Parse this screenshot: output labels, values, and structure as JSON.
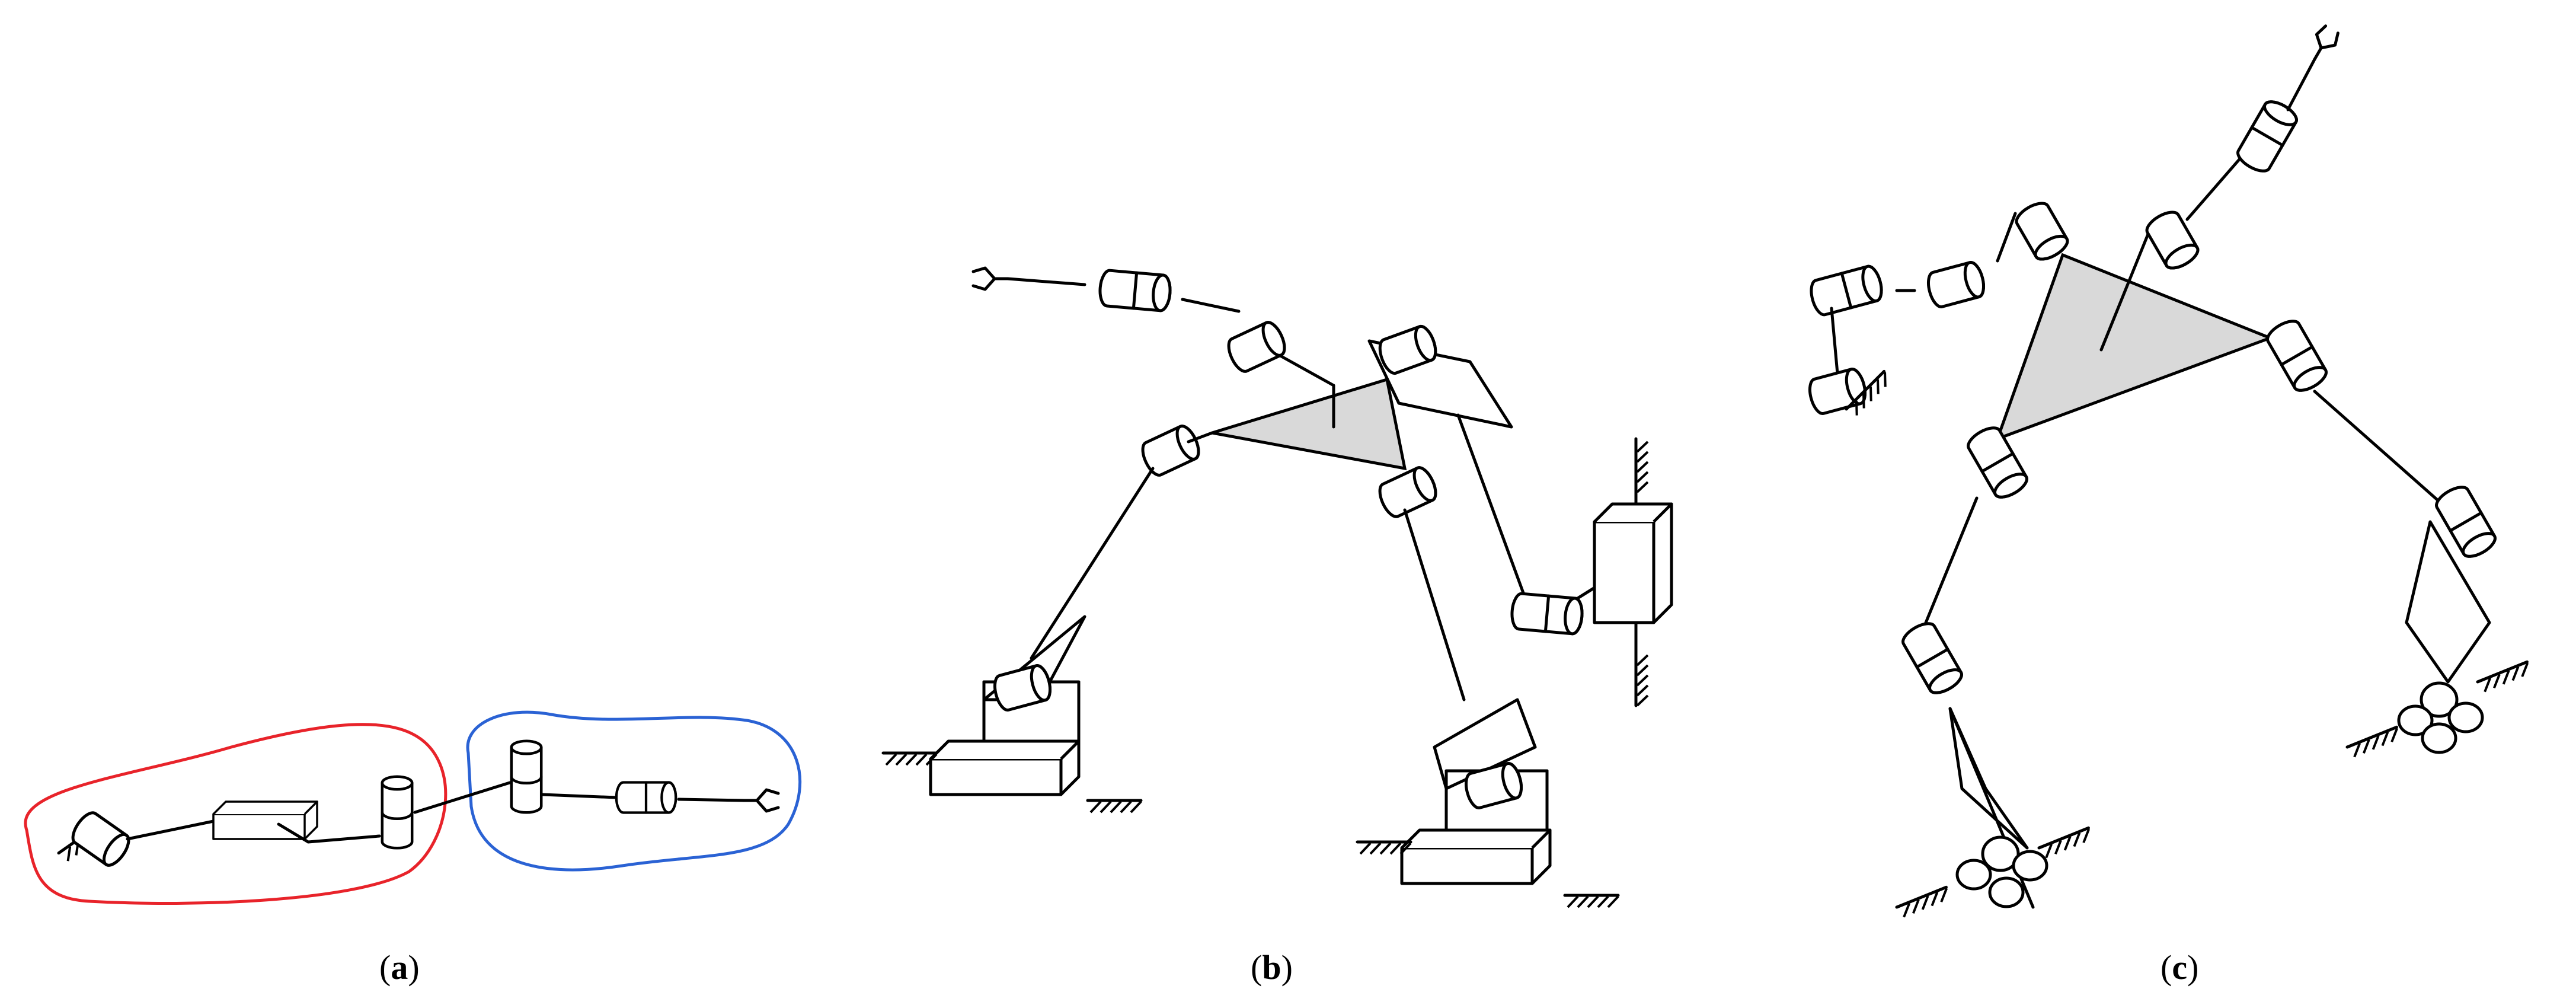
{
  "figure": {
    "panels": [
      {
        "id": "a",
        "caption_open": "(",
        "caption_label": "a",
        "caption_close": ")"
      },
      {
        "id": "b",
        "caption_open": "(",
        "caption_label": "b",
        "caption_close": ")"
      },
      {
        "id": "c",
        "caption_open": "(",
        "caption_label": "c",
        "caption_close": ")"
      }
    ],
    "colors": {
      "outline_red": "#e8232a",
      "outline_blue": "#2a62d4",
      "platform_fill": "#d9d9d9",
      "stroke": "#000000"
    },
    "icons": [
      "revolute-joint-icon",
      "prismatic-joint-icon",
      "gripper-icon",
      "ground-hatch-icon",
      "moving-platform-icon"
    ]
  }
}
